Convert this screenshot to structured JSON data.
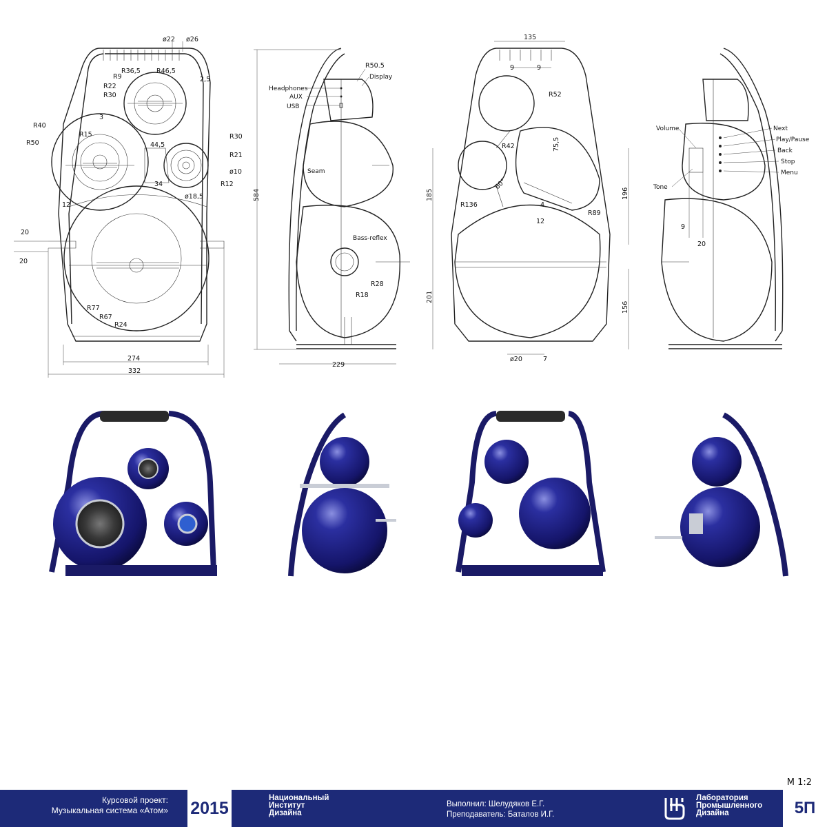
{
  "views": [
    {
      "id": "front",
      "dimensions": [
        "ø22",
        "ø26",
        "R36,5",
        "R46,5",
        "R9",
        "2,5",
        "R22",
        "R30",
        "3",
        "R40",
        "R15",
        "R50",
        "44,5",
        "R30",
        "R21",
        "ø10",
        "R12",
        "34",
        "ø18,5",
        "12",
        "20",
        "20",
        "R77",
        "R67",
        "R24",
        "274",
        "332"
      ]
    },
    {
      "id": "side-left",
      "labels": [
        "Headphones",
        "AUX",
        "USB",
        "Display",
        "Seam",
        "Bass-reflex"
      ],
      "dimensions": [
        "R50.5",
        "584",
        "R28",
        "R18",
        "229"
      ]
    },
    {
      "id": "back",
      "dimensions": [
        "135",
        "9",
        "9",
        "R52",
        "R42",
        "75,5",
        "60°",
        "185",
        "R136",
        "4",
        "12",
        "R89",
        "196",
        "201",
        "156",
        "ø20",
        "7"
      ]
    },
    {
      "id": "side-right",
      "labels": [
        "Volume",
        "Next",
        "Play/Pause",
        "Back",
        "Stop",
        "Menu",
        "Tone"
      ],
      "dimensions": [
        "9",
        "20"
      ]
    }
  ],
  "colors": {
    "body": "#1f1f7a",
    "frame": "#1a1a66",
    "chrome": "#c9cdd6",
    "grille": "#2b2b2b",
    "footer": "#1d2a78"
  },
  "scale": "М 1:2",
  "footer": {
    "course_line1": "Курсовой проект:",
    "course_line2": "Музыкальная система «Атом»",
    "year": "2015",
    "institute_line1": "Национальный",
    "institute_line2": "Институт",
    "institute_line3": "Дизайна",
    "author": "Выполнил: Шелудяков Е.Г.",
    "teacher": "Преподаватель: Баталов И.Г.",
    "lab_line1": "Лаборатория",
    "lab_line2": "Промышленного",
    "lab_line3": "Дизайна",
    "sheet": "5П"
  }
}
